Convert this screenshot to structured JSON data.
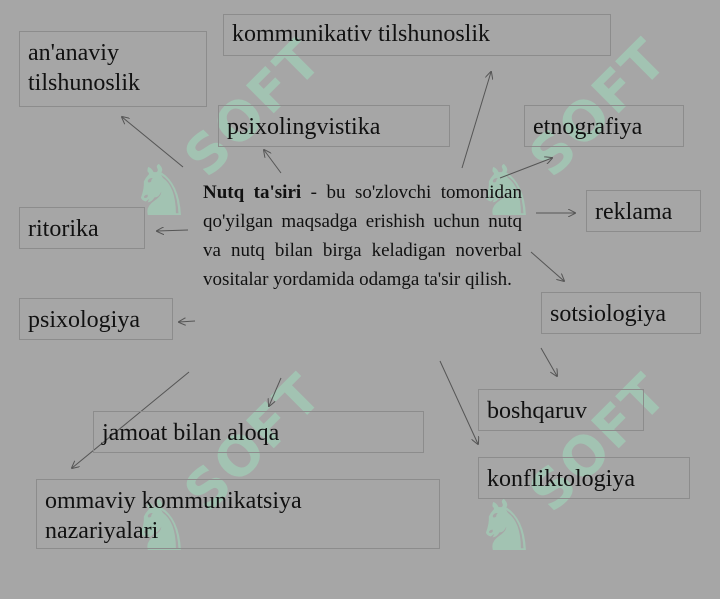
{
  "central": {
    "term": "Nutq ta'siri",
    "definition": " - bu so'zlovchi tomonidan qo'yilgan maqsadga erishish uchun nutq va nutq bilan birga keladigan noverbal vositalar yordamida odamga ta'sir qilish."
  },
  "nodes": {
    "kommunikativ": "kommunikativ tilshunoslik",
    "ananaviy_1": "an'anaviy",
    "ananaviy_2": "tilshunoslik",
    "psixolingvistika": "psixolingvistika",
    "etnografiya": "etnografiya",
    "reklama": "reklama",
    "ritorika": "ritorika",
    "sotsiologiya": "sotsiologiya",
    "psixologiya": "psixologiya",
    "boshqaruv": "boshqaruv",
    "jamoat": "jamoat bilan aloqa",
    "konfliktologiya": "konfliktologiya",
    "ommaviy_1": "ommaviy kommunikatsiya",
    "ommaviy_2": "nazariyalari"
  },
  "watermark": "SOFT",
  "colors": {
    "background": "#a6a6a6",
    "border": "#8c8c8c",
    "arrow": "#555555",
    "watermark": "#9fdcbc"
  }
}
